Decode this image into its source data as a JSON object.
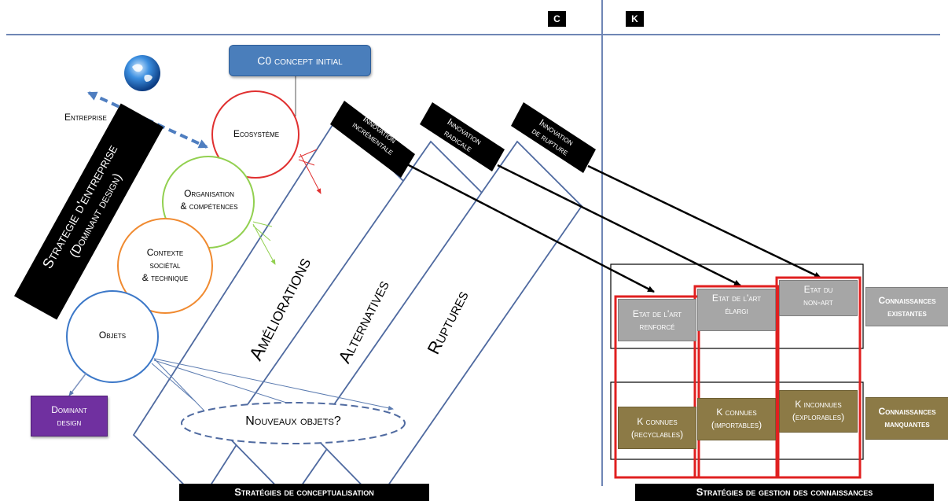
{
  "columns": {
    "c": "C",
    "k": "K"
  },
  "concept_initial": "C0 concept initial",
  "entreprise": "Entreprise",
  "strategie_title": "Strategie d'entreprise",
  "strategie_sub": "(Dominant design)",
  "circles": {
    "ecosysteme": "Ecosystème",
    "organisation_1": "Organisation",
    "organisation_2": "& compétences",
    "contexte_1": "Contexte",
    "contexte_2": "sociétal",
    "contexte_3": "& technique",
    "objets": "Objets"
  },
  "dominant_design_1": "Dominant",
  "dominant_design_2": "design",
  "innovations": {
    "incrementale_1": "Innovation",
    "incrementale_2": "incrémentale",
    "radicale_1": "Innovation",
    "radicale_2": "radicale",
    "rupture_1": "Innovation",
    "rupture_2": "de rupture"
  },
  "bands": {
    "ameliorations": "Améliorations",
    "alternatives": "Alternatives",
    "ruptures": "Ruptures"
  },
  "nouveaux_objets": "Nouveaux objets?",
  "knowledge_top": {
    "renforce_1": "Etat de l'art",
    "renforce_2": "renforcé",
    "elargi_1": "Etat de l'art",
    "elargi_2": "élargi",
    "nonart_1": "Etat du",
    "nonart_2": "non-art",
    "existantes_1": "Connaissances",
    "existantes_2": "existantes"
  },
  "knowledge_bottom": {
    "recyclables_1": "K connues",
    "recyclables_2": "(recyclables)",
    "importables_1": "K connues",
    "importables_2": "(importables)",
    "explorables_1": "K inconnues",
    "explorables_2": "(explorables)",
    "manquantes_1": "Connaissances",
    "manquantes_2": "manquantes"
  },
  "footer": {
    "conceptualisation": "Stratégies de conceptualisation",
    "gestion": "Stratégies de gestion des connaissances"
  },
  "colors": {
    "axis_blue": "#6f86b5",
    "concept_blue": "#4a7ebb",
    "ecosysteme_red": "#e03030",
    "organisation_green": "#92d050",
    "contexte_orange": "#f08a30",
    "objets_blue": "#3c78c8",
    "dominant_purple": "#7030a0",
    "frame_red": "#e02020",
    "gray_box": "#a6a6a6",
    "olive_box": "#8c7a46",
    "olive_text": "#8c7a46"
  }
}
